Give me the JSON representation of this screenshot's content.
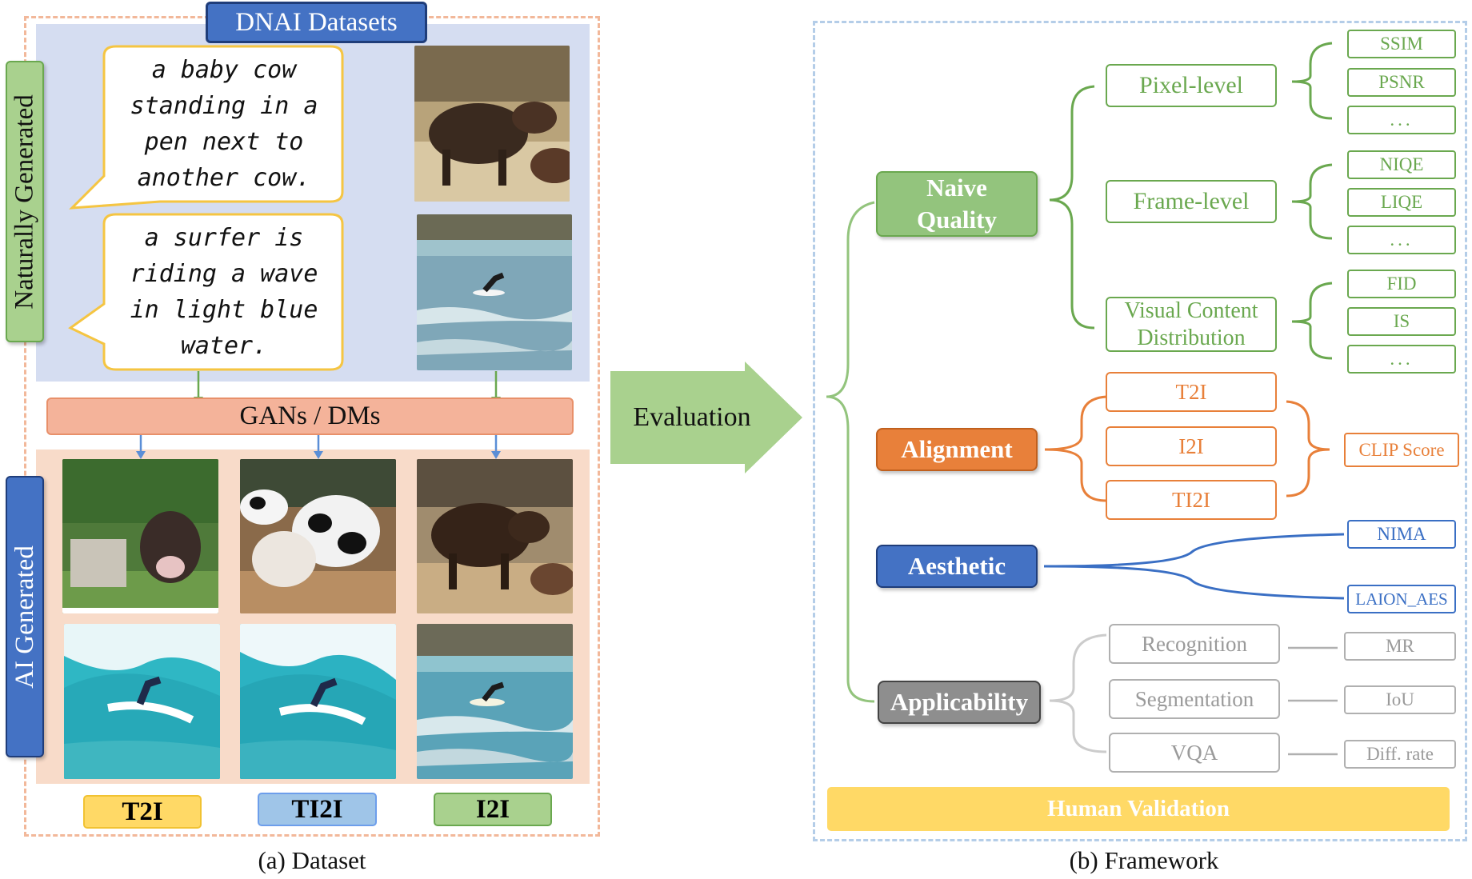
{
  "dataset": {
    "header": "DNAI Datasets",
    "natural_label": "Naturally Generated",
    "ai_label": "AI Generated",
    "caption_cow": "a baby cow\nstanding in a\npen next to\nanother cow.",
    "caption_surfer": "a surfer is\nriding a wave\nin light blue\nwater.",
    "generator": "GANs / DMs",
    "tasks": [
      "T2I",
      "TI2I",
      "I2I"
    ],
    "caption": "(a) Dataset"
  },
  "arrow_label": "Evaluation",
  "framework": {
    "naive_quality": "Naive\nQuality",
    "alignment": "Alignment",
    "aesthetic": "Aesthetic",
    "applicability": "Applicability",
    "pixel_level": "Pixel-level",
    "frame_level": "Frame-level",
    "visual_content": "Visual Content\nDistribution",
    "pixel_metrics": [
      "SSIM",
      "PSNR",
      "..."
    ],
    "frame_metrics": [
      "NIQE",
      "LIQE",
      "..."
    ],
    "visual_metrics": [
      "FID",
      "IS",
      "..."
    ],
    "alignment_tasks": [
      "T2I",
      "I2I",
      "TI2I"
    ],
    "clip_score": "CLIP Score",
    "aesthetic_metrics": [
      "NIMA",
      "LAION_AES"
    ],
    "applicability_tasks": [
      "Recognition",
      "Segmentation",
      "VQA"
    ],
    "applicability_metrics": [
      "MR",
      "IoU",
      "Diff. rate"
    ],
    "human_validation": "Human Validation",
    "caption": "(b) Framework"
  },
  "colors": {
    "green": "#6aa84f",
    "green_fill": "#93c47d",
    "orange": "#e8803a",
    "blue": "#3a6fc4",
    "gray": "#9a9a9a",
    "yellow": "#ffd966"
  }
}
